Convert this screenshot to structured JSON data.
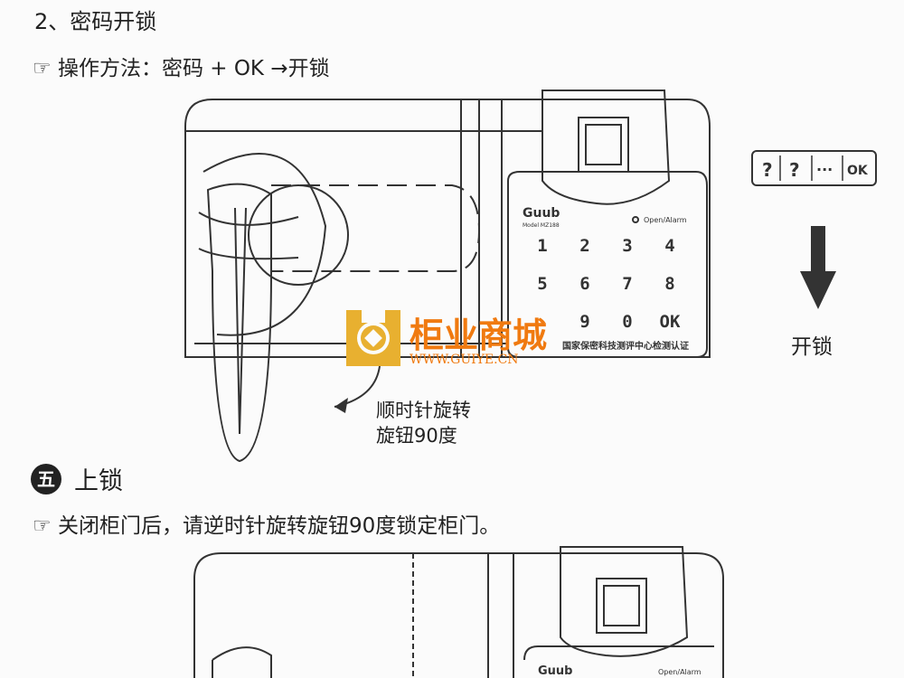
{
  "section_title": "2、密码开锁",
  "method_line": "操作方法：密码 + OK →开锁",
  "keypad": {
    "brand": "Guub",
    "model": "Model MZ188",
    "indicator": "Open/Alarm",
    "keys": [
      "1",
      "2",
      "3",
      "4",
      "5",
      "6",
      "7",
      "8",
      "",
      "9",
      "0",
      "OK"
    ],
    "certification": "国家保密科技测评中心检测认证"
  },
  "code_sequence": [
    "?",
    "?",
    "···",
    "OK"
  ],
  "unlock_label": "开锁",
  "rotate_note": [
    "顺时针旋转",
    "旋钮90度"
  ],
  "watermark": {
    "name": "柜业商城",
    "url": "WWW.GUIYE.CN",
    "color": "#f07a10",
    "logo_color": "#e8b030"
  },
  "lock_section": {
    "number": "五",
    "title": "上锁",
    "instruction": "关闭柜门后，请逆时针旋转旋钮90度锁定柜门。"
  },
  "second_keypad": {
    "brand": "Guub",
    "indicator": "Open/Alarm"
  }
}
